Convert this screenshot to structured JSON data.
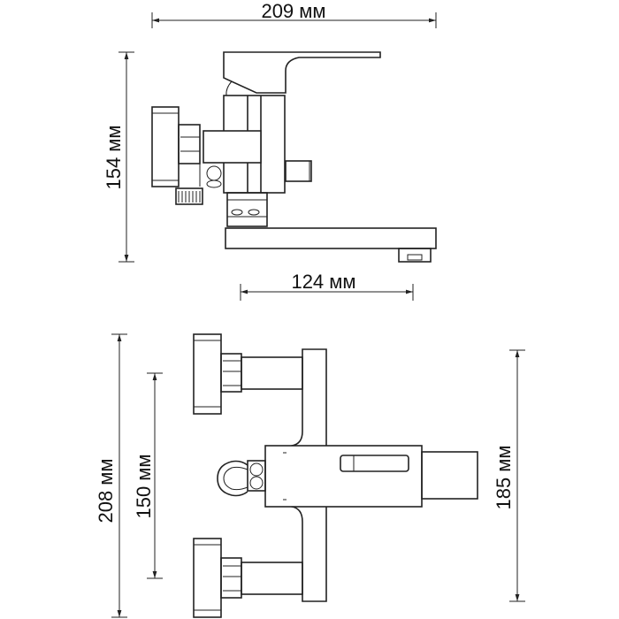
{
  "title": "Faucet technical drawing with dimensions",
  "dimensions": {
    "overall_width": "209 мм",
    "height": "154 мм",
    "spout_length": "124 мм",
    "overall_span": "208 мм",
    "connection_spacing": "150 мм",
    "body_width": "185 мм"
  },
  "colors": {
    "line": "#222222",
    "background": "#ffffff"
  }
}
